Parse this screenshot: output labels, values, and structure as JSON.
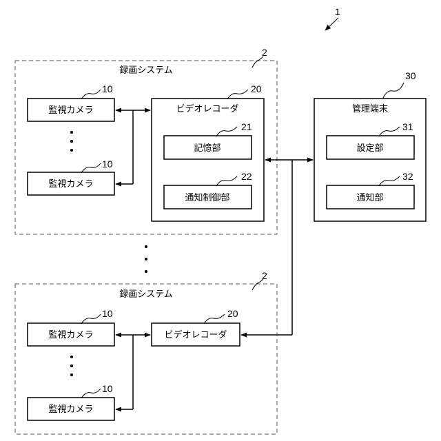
{
  "figure_ref": "1",
  "systems": [
    {
      "ref": "2",
      "title": "録画システム",
      "cameras": [
        {
          "ref": "10",
          "label": "監視カメラ"
        },
        {
          "ref": "10",
          "label": "監視カメラ"
        }
      ],
      "recorder": {
        "ref": "20",
        "label": "ビデオレコーダ",
        "units": [
          {
            "ref": "21",
            "label": "記憶部"
          },
          {
            "ref": "22",
            "label": "通知制御部"
          }
        ]
      }
    },
    {
      "ref": "2",
      "title": "録画システム",
      "cameras": [
        {
          "ref": "10",
          "label": "監視カメラ"
        },
        {
          "ref": "10",
          "label": "監視カメラ"
        }
      ],
      "recorder": {
        "ref": "20",
        "label": "ビデオレコーダ"
      }
    }
  ],
  "terminal": {
    "ref": "30",
    "label": "管理端末",
    "units": [
      {
        "ref": "31",
        "label": "設定部"
      },
      {
        "ref": "32",
        "label": "通知部"
      }
    ]
  }
}
